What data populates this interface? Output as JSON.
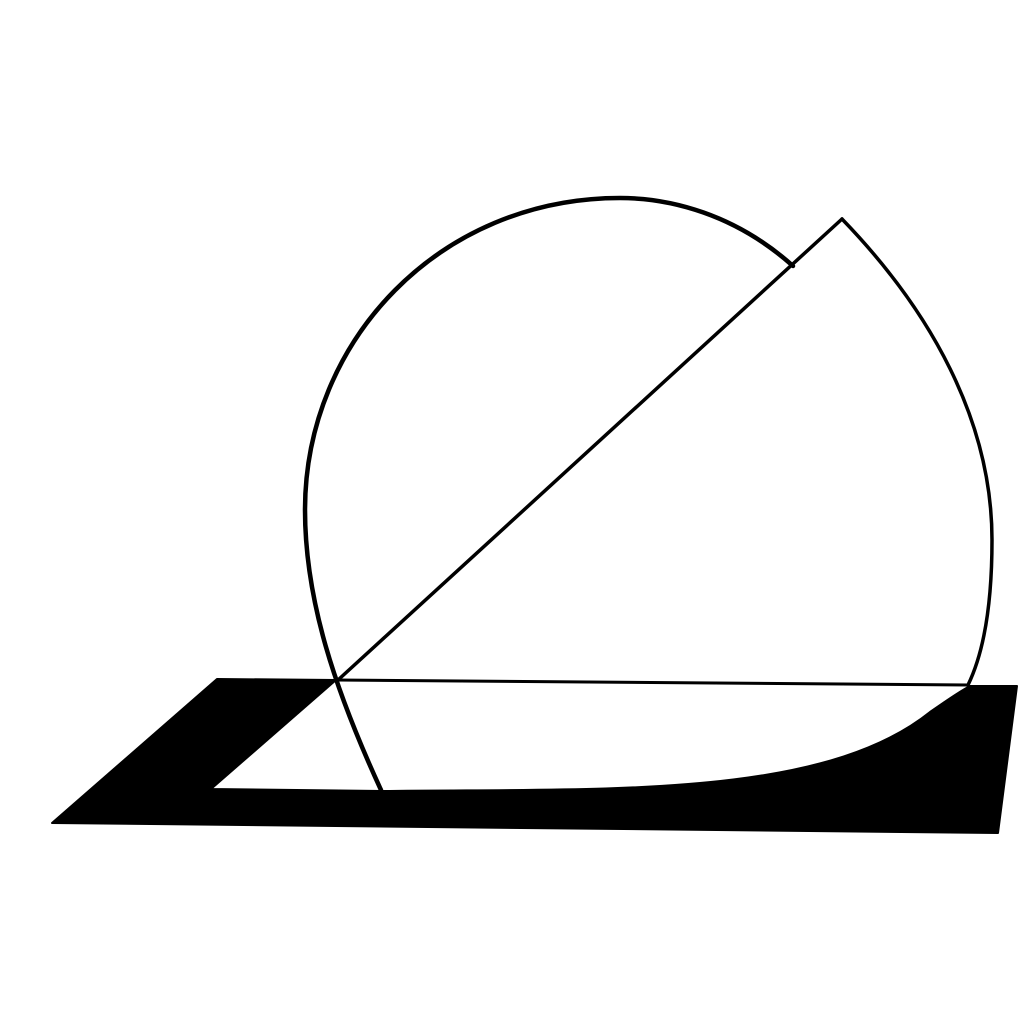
{
  "drawing": {
    "background_color": "#ffffff",
    "ink_color": "#000000",
    "shapes": [
      "circle",
      "right-triangle",
      "ground-plane"
    ]
  }
}
